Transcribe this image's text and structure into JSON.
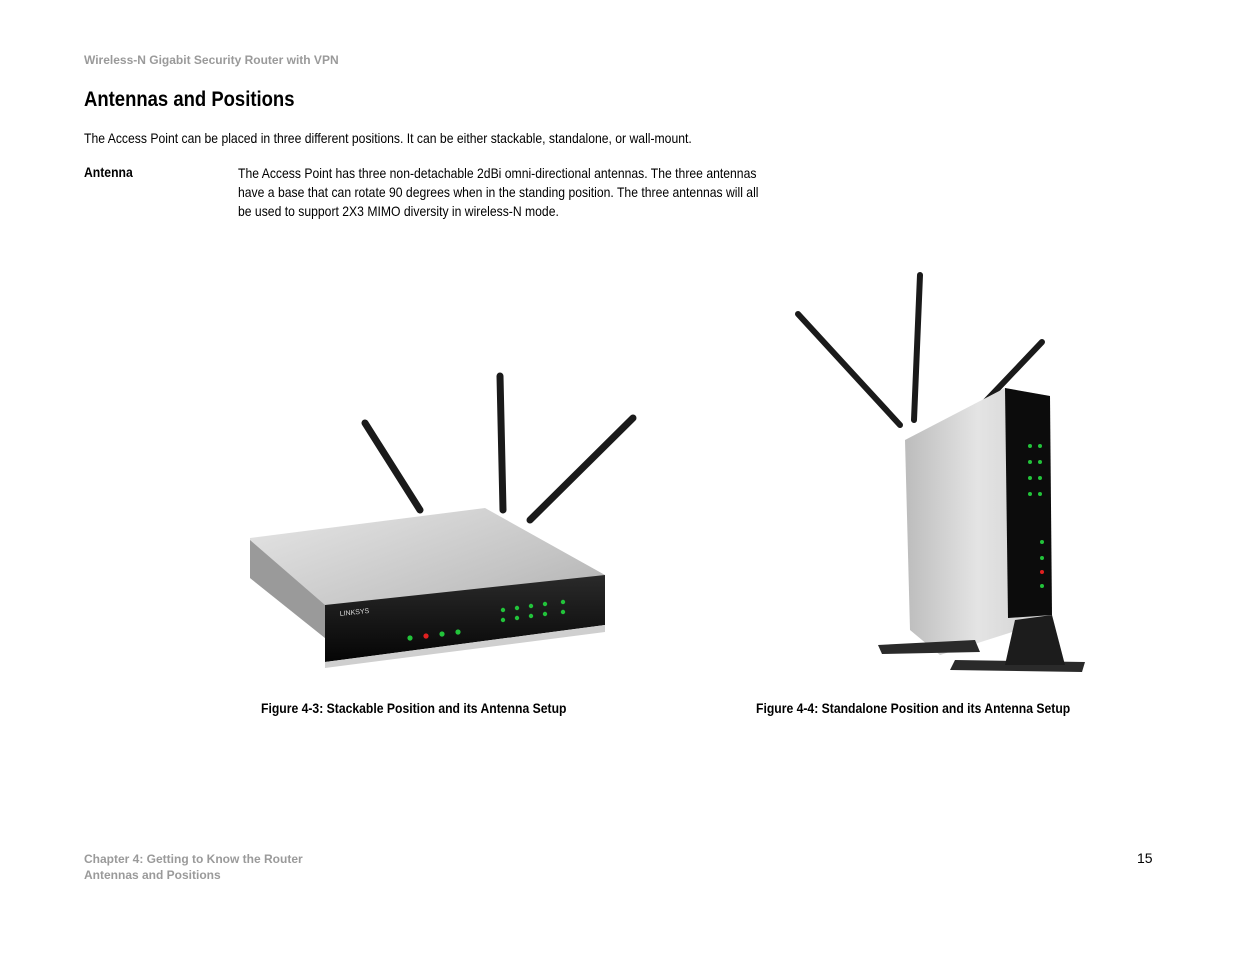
{
  "header": {
    "running_title": "Wireless-N Gigabit Security Router with VPN"
  },
  "section": {
    "title": "Antennas and Positions",
    "intro": "The Access Point can be placed in three different positions. It can be either stackable, standalone, or wall-mount."
  },
  "definition": {
    "term": "Antenna",
    "description": "The Access Point has three non-detachable 2dBi omni-directional antennas. The three antennas have a base that can rotate 90 degrees when in the standing position. The three antennas will all be used to support 2X3 MIMO diversity in wireless-N mode."
  },
  "figures": [
    {
      "caption": "Figure 4-3: Stackable Position and its Antenna Setup"
    },
    {
      "caption": "Figure 4-4: Standalone Position and its Antenna Setup"
    }
  ],
  "footer": {
    "chapter": "Chapter 4: Getting to Know the Router",
    "section": "Antennas and Positions",
    "page_number": "15"
  },
  "colors": {
    "led_green": "#22c33a",
    "led_red": "#e02020",
    "chassis_silver": "#c9c9c9",
    "front_black": "#111111"
  }
}
